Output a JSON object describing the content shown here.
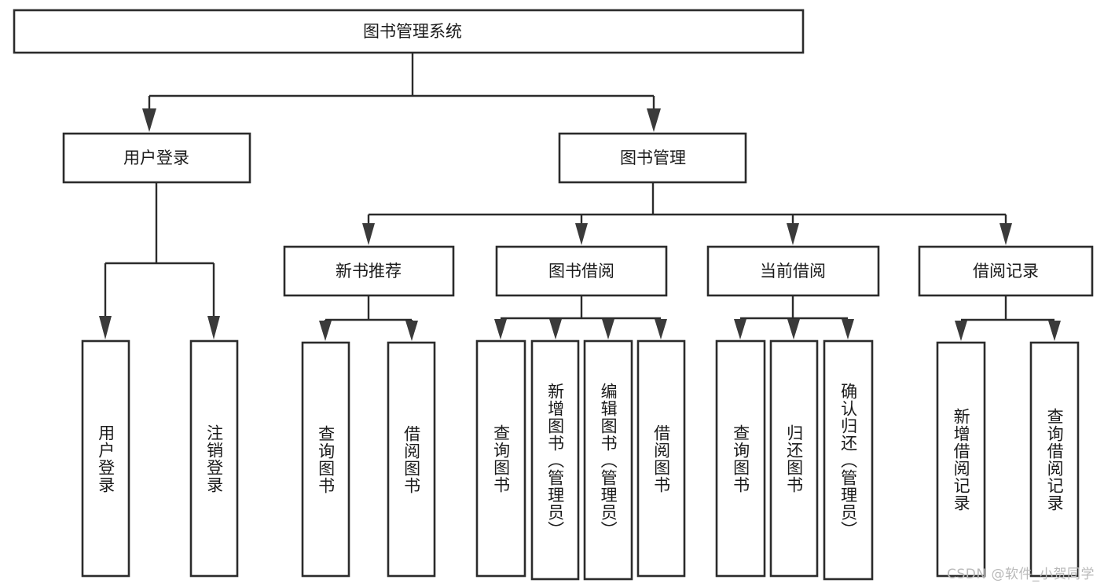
{
  "diagram": {
    "title": "图书管理系统",
    "type": "hierarchy-tree",
    "orientation": "top-down",
    "colors": {
      "box_stroke": "#2b2b2b",
      "box_fill": "#ffffff",
      "connector": "#2b2b2b",
      "text": "#1a1a1a",
      "background": "#ffffff",
      "watermark": "#b9b9b9"
    },
    "root": {
      "label": "图书管理系统"
    },
    "level1": [
      {
        "label": "用户登录"
      },
      {
        "label": "图书管理"
      }
    ],
    "level2": [
      {
        "label": "新书推荐"
      },
      {
        "label": "图书借阅"
      },
      {
        "label": "当前借阅"
      },
      {
        "label": "借阅记录"
      }
    ],
    "leaves": {
      "user_login": [
        {
          "label": "用户登录"
        },
        {
          "label": "注销登录"
        }
      ],
      "new_book_recommend": [
        {
          "label": "查询图书"
        },
        {
          "label": "借阅图书"
        }
      ],
      "book_borrow": [
        {
          "label": "查询图书"
        },
        {
          "label": "新增图书（管理员）"
        },
        {
          "label": "编辑图书（管理员）"
        },
        {
          "label": "借阅图书"
        }
      ],
      "current_borrow": [
        {
          "label": "查询图书"
        },
        {
          "label": "归还图书"
        },
        {
          "label": "确认归还（管理员）"
        }
      ],
      "borrow_record": [
        {
          "label": "新增借阅记录"
        },
        {
          "label": "查询借阅记录"
        }
      ]
    }
  },
  "watermark": {
    "text": "CSDN @软件_小贺同学"
  }
}
